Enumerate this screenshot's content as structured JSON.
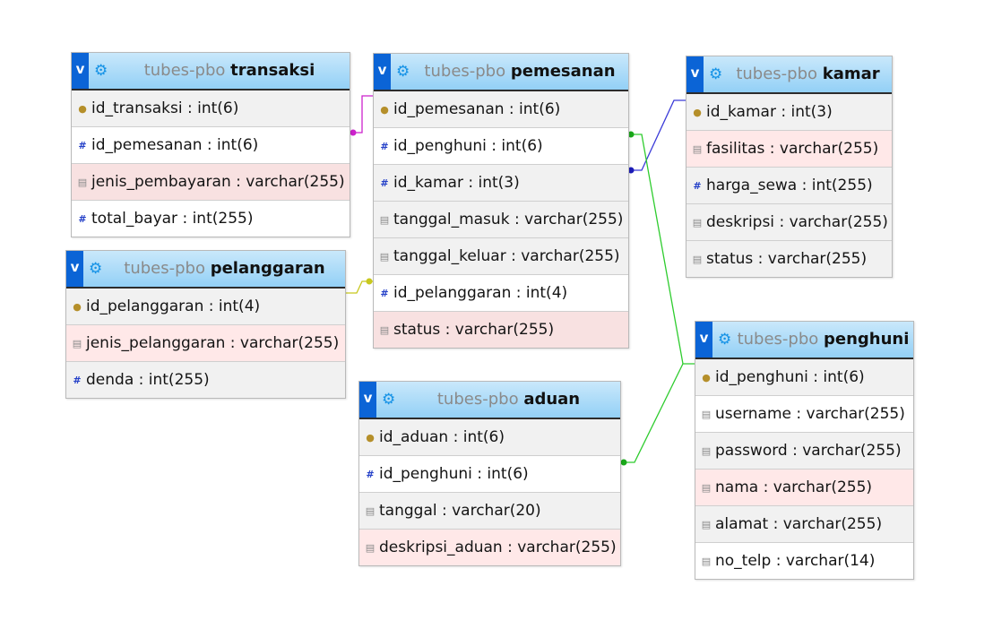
{
  "schema": "tubes-pbo",
  "tables": {
    "transaksi": {
      "db": "tubes-pbo",
      "name": "transaksi",
      "fields": [
        {
          "label": "id_transaksi : int(6)",
          "icon": "key-icon"
        },
        {
          "label": "id_pemesanan : int(6)",
          "icon": "number-field-icon"
        },
        {
          "label": "jenis_pembayaran : varchar(255)",
          "icon": "text-field-icon"
        },
        {
          "label": "total_bayar : int(255)",
          "icon": "number-field-icon"
        }
      ]
    },
    "pemesanan": {
      "db": "tubes-pbo",
      "name": "pemesanan",
      "fields": [
        {
          "label": "id_pemesanan : int(6)",
          "icon": "key-icon"
        },
        {
          "label": "id_penghuni : int(6)",
          "icon": "number-field-icon"
        },
        {
          "label": "id_kamar : int(3)",
          "icon": "number-field-icon"
        },
        {
          "label": "tanggal_masuk : varchar(255)",
          "icon": "text-field-icon"
        },
        {
          "label": "tanggal_keluar : varchar(255)",
          "icon": "text-field-icon"
        },
        {
          "label": "id_pelanggaran : int(4)",
          "icon": "number-field-icon"
        },
        {
          "label": "status : varchar(255)",
          "icon": "text-field-icon"
        }
      ]
    },
    "kamar": {
      "db": "tubes-pbo",
      "name": "kamar",
      "fields": [
        {
          "label": "id_kamar : int(3)",
          "icon": "key-icon"
        },
        {
          "label": "fasilitas : varchar(255)",
          "icon": "text-field-icon"
        },
        {
          "label": "harga_sewa : int(255)",
          "icon": "number-field-icon"
        },
        {
          "label": "deskripsi : varchar(255)",
          "icon": "text-field-icon"
        },
        {
          "label": "status : varchar(255)",
          "icon": "text-field-icon"
        }
      ]
    },
    "pelanggaran": {
      "db": "tubes-pbo",
      "name": "pelanggaran",
      "fields": [
        {
          "label": "id_pelanggaran : int(4)",
          "icon": "key-icon"
        },
        {
          "label": "jenis_pelanggaran : varchar(255)",
          "icon": "text-field-icon"
        },
        {
          "label": "denda : int(255)",
          "icon": "number-field-icon"
        }
      ]
    },
    "aduan": {
      "db": "tubes-pbo",
      "name": "aduan",
      "fields": [
        {
          "label": "id_aduan : int(6)",
          "icon": "key-icon"
        },
        {
          "label": "id_penghuni : int(6)",
          "icon": "number-field-icon"
        },
        {
          "label": "tanggal : varchar(20)",
          "icon": "text-field-icon"
        },
        {
          "label": "deskripsi_aduan : varchar(255)",
          "icon": "text-field-icon"
        }
      ]
    },
    "penghuni": {
      "db": "tubes-pbo",
      "name": "penghuni",
      "fields": [
        {
          "label": "id_penghuni : int(6)",
          "icon": "key-icon"
        },
        {
          "label": "username : varchar(255)",
          "icon": "text-field-icon"
        },
        {
          "label": "password : varchar(255)",
          "icon": "text-field-icon"
        },
        {
          "label": "nama : varchar(255)",
          "icon": "text-field-icon"
        },
        {
          "label": "alamat : varchar(255)",
          "icon": "text-field-icon"
        },
        {
          "label": "no_telp : varchar(14)",
          "icon": "text-field-icon"
        }
      ]
    }
  },
  "toggle_label": "v",
  "relations": [
    {
      "from": "transaksi.id_pemesanan",
      "to": "pemesanan.id_pemesanan",
      "color": "#cc22cc"
    },
    {
      "from": "pemesanan.id_kamar",
      "to": "kamar.id_kamar",
      "color": "#3a3ad8"
    },
    {
      "from": "pemesanan.id_penghuni",
      "to": "penghuni.id_penghuni",
      "color": "#2ecc2e"
    },
    {
      "from": "aduan.id_penghuni",
      "to": "penghuni.id_penghuni",
      "color": "#2ecc2e"
    },
    {
      "from": "pemesanan.id_pelanggaran",
      "to": "pelanggaran.id_pelanggaran",
      "color": "#c8c81e"
    }
  ]
}
